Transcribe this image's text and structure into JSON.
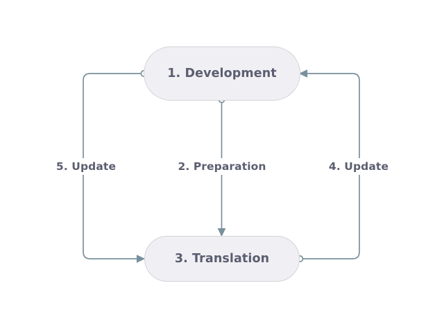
{
  "diagram": {
    "type": "cycle-flow",
    "background_color": "#ffffff",
    "nodes": [
      {
        "id": "development",
        "label": "1. Development",
        "shape": "pill",
        "fill_color": "#f0f0f4",
        "border_color": "#d2d2d8",
        "text_color": "#5b5e70"
      },
      {
        "id": "translation",
        "label": "3. Translation",
        "shape": "pill",
        "fill_color": "#f0f0f4",
        "border_color": "#d2d2d8",
        "text_color": "#5b5e70"
      }
    ],
    "edges": [
      {
        "id": "preparation",
        "label": "2. Preparation",
        "from": "development",
        "to": "translation",
        "source_marker": "circle",
        "target_marker": "arrow",
        "line_color": "#78909c"
      },
      {
        "id": "update4",
        "label": "4. Update",
        "from": "translation",
        "to": "development",
        "source_marker": "circle",
        "target_marker": "arrow",
        "line_color": "#78909c"
      },
      {
        "id": "update5",
        "label": "5. Update",
        "from": "development",
        "to": "translation",
        "source_marker": "circle",
        "target_marker": "arrow",
        "line_color": "#78909c"
      }
    ]
  }
}
